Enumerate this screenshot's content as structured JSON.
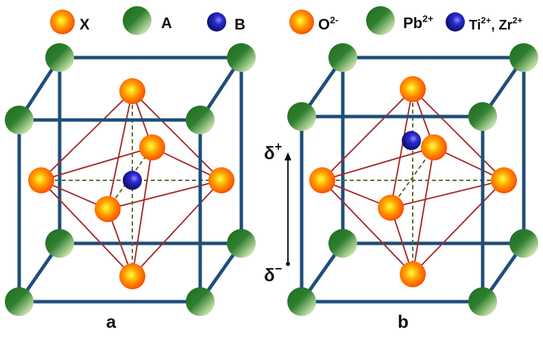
{
  "panels": [
    {
      "id": "a",
      "caption": "a",
      "legend": [
        {
          "kind": "x-ion",
          "base": "X",
          "sup": ""
        },
        {
          "kind": "a-ion",
          "base": "A",
          "sup": ""
        },
        {
          "kind": "b-ion",
          "base": "B",
          "sup": ""
        }
      ]
    },
    {
      "id": "b",
      "caption": "b",
      "legend": [
        {
          "kind": "x-ion",
          "base": "O",
          "sup": "2-"
        },
        {
          "kind": "a-ion",
          "base": "Pb",
          "sup": "2+"
        },
        {
          "kind": "b-ion",
          "base": "Ti",
          "sup": "2+",
          "base2": ", Zr",
          "sup2": "2+"
        }
      ]
    }
  ],
  "dipole": {
    "positive_base": "δ",
    "positive_sup": "+",
    "negative_base": "δ",
    "negative_sup": "−"
  },
  "colors": {
    "cube_edge": "#1f4e79",
    "octahedron_edge": "#a52a2a",
    "axis_dash": "#556b2f",
    "a_ion": "#1e6b1e",
    "x_ion": "#ff8c00",
    "b_ion": "#1a1a8c"
  }
}
